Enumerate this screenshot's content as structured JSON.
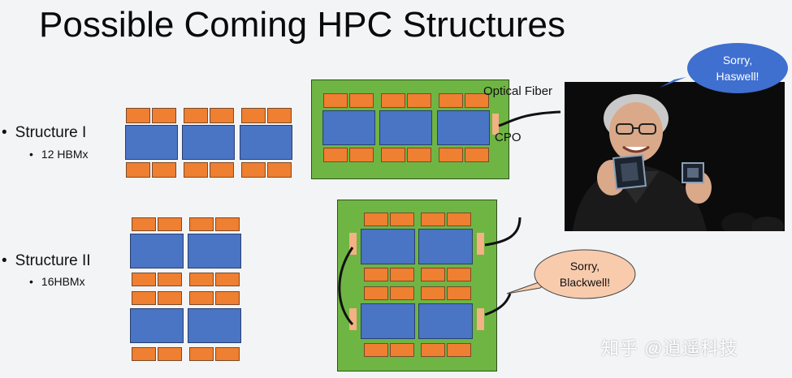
{
  "slide": {
    "title": "Possible Coming HPC Structures",
    "structure1": {
      "label": "Structure I",
      "sub": "12 HBMx"
    },
    "structure2": {
      "label": "Structure II",
      "sub": "16HBMx"
    },
    "optical_fiber_label": "Optical Fiber",
    "cpo_label": "CPO",
    "bubble_haswell": [
      "Sorry,",
      "Haswell!"
    ],
    "bubble_blackwell": [
      "Sorry,",
      "Blackwell!"
    ],
    "watermark": "知乎 @逍遥科技"
  },
  "colors": {
    "hbm": "#ef7f31",
    "gpu": "#4a74c4",
    "board": "#6fb543",
    "cpo": "#f4b183",
    "bubble_blue": "#3f6fcf",
    "bubble_orange": "#f8cbad"
  }
}
